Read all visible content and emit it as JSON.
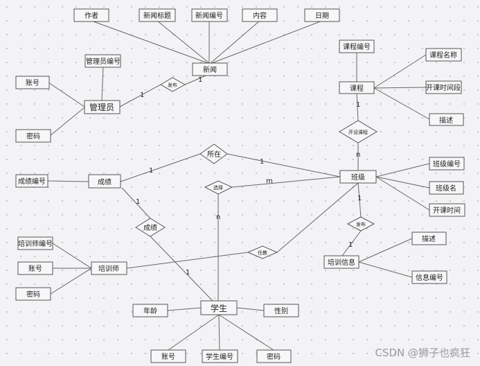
{
  "nodes": {
    "author": "作者",
    "news_title": "新闻标题",
    "news_id": "新闻编号",
    "content": "内容",
    "date": "日期",
    "news": "新闻",
    "admin_id": "管理员编号",
    "account_admin": "账号",
    "password_admin": "密码",
    "admin": "管理员",
    "publish_news": "发布",
    "course_id": "课程编号",
    "course_name": "课程名称",
    "course": "课程",
    "course_period": "开课时间段",
    "course_desc": "描述",
    "offer_course": "开设课程",
    "class_id": "班级编号",
    "class": "班级",
    "class_name": "班级名",
    "class_time": "开课时间",
    "belongs": "所在",
    "score_id": "成绩编号",
    "score": "成绩",
    "select_course": "选择",
    "score_rel": "成绩",
    "publish_training": "发布",
    "trainer_id": "培训师编号",
    "account_trainer": "账号",
    "password_trainer": "密码",
    "trainer": "培训师",
    "serve": "任教",
    "training_info": "培训信息",
    "training_desc": "描述",
    "info_id": "信息编号",
    "age": "年龄",
    "student": "学生",
    "gender": "性别",
    "account_student": "账号",
    "student_id": "学生编号",
    "password_student": "密码"
  },
  "cardinalities": {
    "admin_publish": "1",
    "publish_news_end": "1",
    "course_offer": "1",
    "offer_class": "n",
    "score_belongs": "1",
    "belongs_class": "1",
    "select_class": "m",
    "select_student": "n",
    "class_publish": "1",
    "publish_info": "1",
    "score_scorerel": "1",
    "scorerel_student": "1"
  },
  "watermark": "CSDN @狮子也疯狂",
  "colors": {
    "line": "#666666",
    "box_fill": "#f7f7f9",
    "background": "#f3f3f5"
  }
}
